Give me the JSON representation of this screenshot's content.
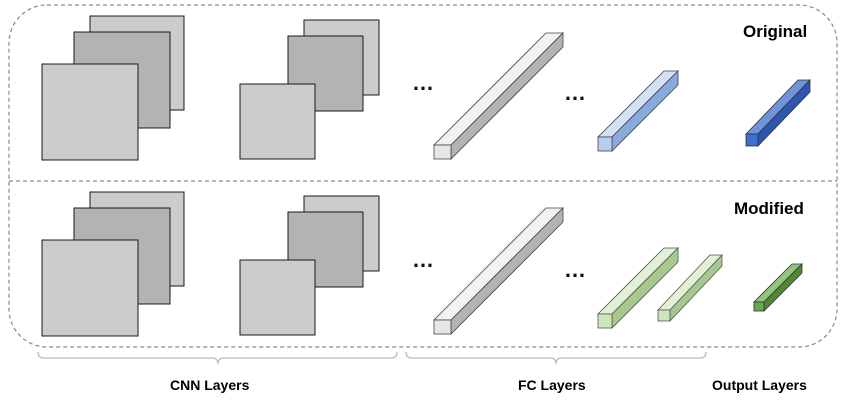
{
  "rows": {
    "original": {
      "title": "Original"
    },
    "modified": {
      "title": "Modified"
    }
  },
  "groups": {
    "cnn": {
      "label": "CNN Layers"
    },
    "fc": {
      "label": "FC Layers"
    },
    "output": {
      "label": "Output Layers"
    }
  },
  "ellipsis": "…",
  "colors": {
    "frame_stroke": "#888888",
    "cnn_light": "#cccccc",
    "cnn_mid": "#b3b3b3",
    "cnn_stroke": "#1a1a1a",
    "fc_gray": "#e6e6e6",
    "fc_blue": "#b7cdf0",
    "out_blue": "#3c6fd1",
    "fc_green": "#cfe5bc",
    "out_green": "#6aa84f",
    "brace": "#bbbbbb"
  }
}
